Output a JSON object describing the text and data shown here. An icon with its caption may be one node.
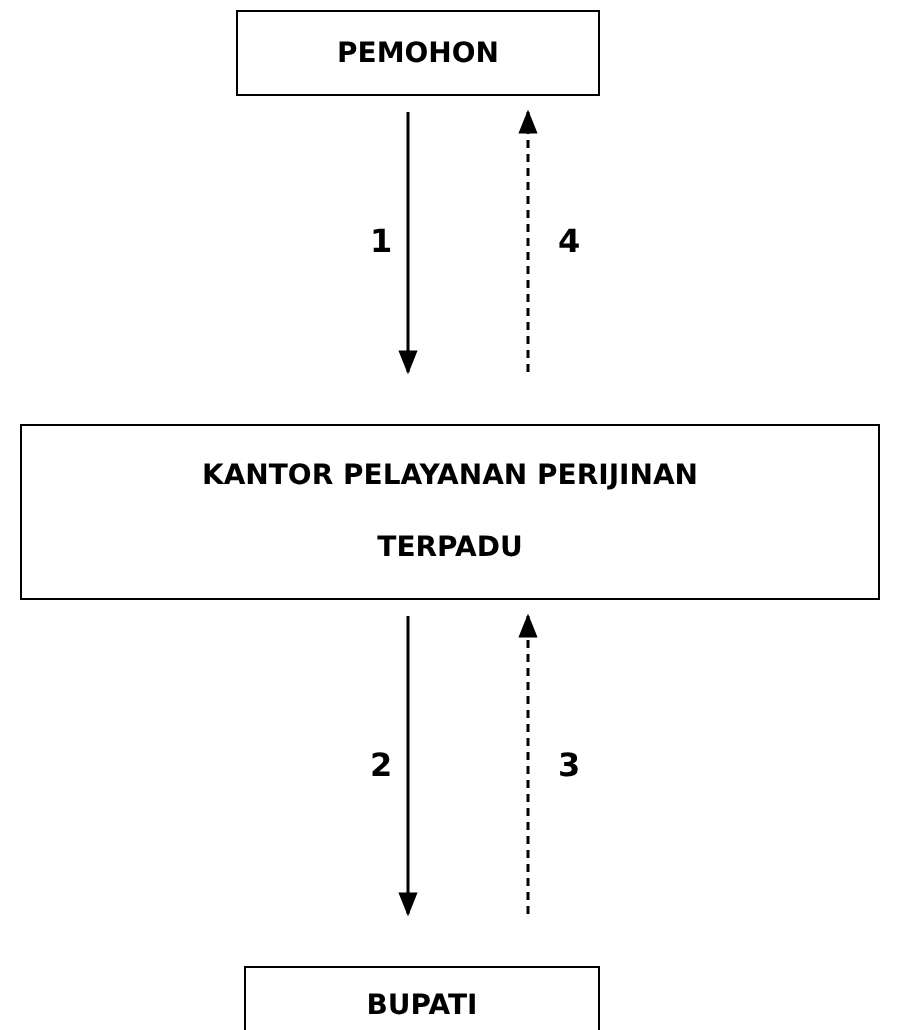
{
  "diagram": {
    "nodes": [
      {
        "text": [
          "PEMOHON"
        ]
      },
      {
        "text": [
          "KANTOR PELAYANAN PERIJINAN TERPADU"
        ]
      },
      {
        "text": [
          "BUPATI"
        ]
      }
    ],
    "edges": [
      {
        "from": 0,
        "to": 1,
        "arrow": "to",
        "label": "1"
      },
      {
        "from": 1,
        "to": 0,
        "arrow": "to",
        "label": "4",
        "style": "dashed"
      },
      {
        "from": 1,
        "to": 2,
        "arrow": "to",
        "label": "2"
      },
      {
        "from": 2,
        "to": 1,
        "arrow": "to",
        "label": "3",
        "style": "dashed"
      }
    ]
  }
}
